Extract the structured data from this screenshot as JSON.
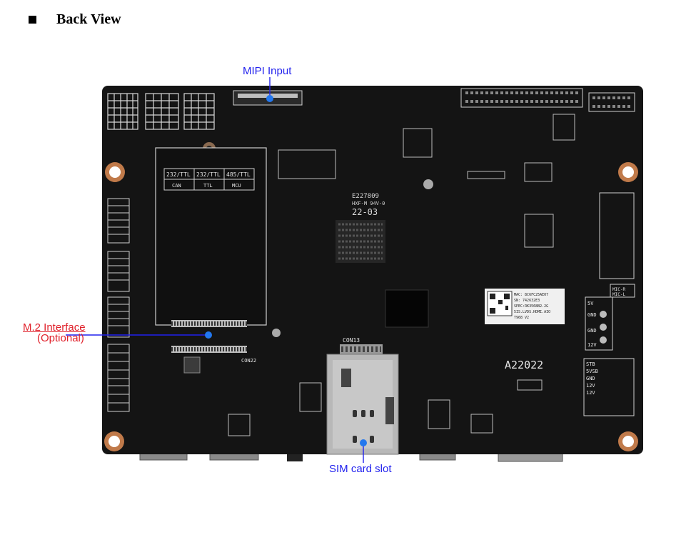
{
  "heading": {
    "title": "Back View"
  },
  "callouts": {
    "mipi": "MIPI Input",
    "m2_line1": "M.2 Interface",
    "m2_line2": "(Optional)",
    "sim": "SIM card slot"
  },
  "board_marks": {
    "serial_table": [
      "232/TTL",
      "232/TTL",
      "485/TTL",
      "CAN",
      "TTL",
      "MCU"
    ],
    "ul_mark": "E227809",
    "ul_sub": "HXF-M 94V-0",
    "date_code": "22-03",
    "model": "A22022",
    "con13": "CON13",
    "con22": "CON22",
    "label_sticker": [
      "MAC: 8C6FC25AE07",
      "SN: 742632E3",
      "SPEC:RK3568B2.2G",
      "5IS.LVDS.HDMI.AIO",
      "T968 V2"
    ],
    "right_pins": [
      "MIC-R",
      "MIC-L",
      "5V",
      "GND",
      "GND",
      "12V",
      "STB",
      "5VSB",
      "GND",
      "12V",
      "12V"
    ]
  },
  "colors": {
    "pcb": "#141414",
    "silk": "#e6e6e6",
    "callout_blue": "#2222ee",
    "callout_red": "#e0202a",
    "hole_copper": "#c07a4a"
  }
}
